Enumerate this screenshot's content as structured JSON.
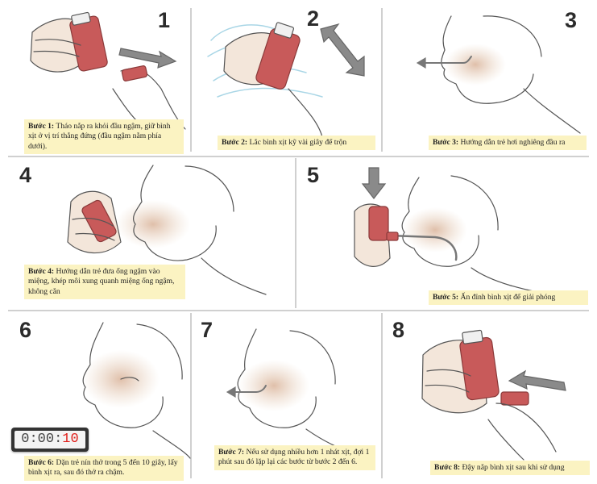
{
  "steps": [
    {
      "number": "1",
      "label": "Bước 1:",
      "text": "Tháo nắp ra khỏi đầu ngậm, giữ bình xịt ở vị trí thẳng đứng (đầu ngậm nằm phía dưới)."
    },
    {
      "number": "2",
      "label": "Bước 2:",
      "text": "Lắc bình xịt kỹ vài giây để trộn"
    },
    {
      "number": "3",
      "label": "Bước 3:",
      "text": "Hướng dẫn trẻ hơi nghiêng đầu ra"
    },
    {
      "number": "4",
      "label": "Bước 4:",
      "text": "Hướng dẫn trẻ đưa ống ngậm vào miệng, khép môi xung quanh miệng ống ngậm, không cắn"
    },
    {
      "number": "5",
      "label": "Bước 5:",
      "text": "Ấn đỉnh bình xịt để giải phóng"
    },
    {
      "number": "6",
      "label": "Bước 6:",
      "text": "Dặn trẻ nín thở trong 5 đến 10 giây, lấy bình xịt ra, sau đó thở ra chậm."
    },
    {
      "number": "7",
      "label": "Bước 7:",
      "text": "Nếu sử dụng nhiều hơn 1 nhát xịt, đợi 1 phút sau đó lặp lại các bước từ bước 2 đến 6."
    },
    {
      "number": "8",
      "label": "Bước 8:",
      "text": "Đậy nắp bình xịt sau khi sử dụng"
    }
  ],
  "timer": {
    "prefix": "0:00:",
    "seconds": "10"
  },
  "colors": {
    "inhaler": "#c85a5a",
    "skin": "#e8d4c0",
    "caption_bg": "#fbf3c2",
    "arrow": "#8a8a8a"
  }
}
